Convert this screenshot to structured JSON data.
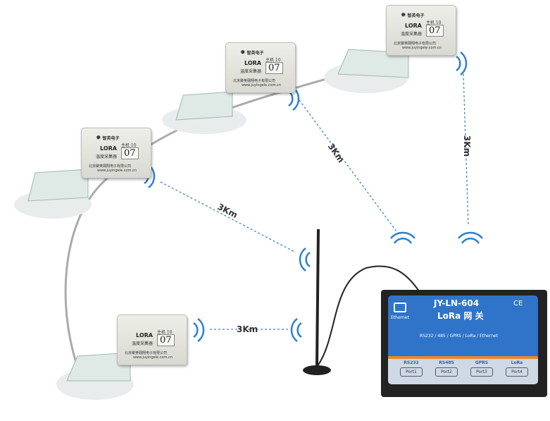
{
  "sensors": [
    {
      "logo": "智英电子",
      "type": "LORA",
      "desc": "温度采集器",
      "host": "主机 10",
      "num": "07",
      "company": "北京聚英翱翔电子有限公司",
      "website": "www.juyingele.com.cn"
    },
    {
      "logo": "智英电子",
      "type": "LORA",
      "desc": "温度采集器",
      "host": "主机 10",
      "num": "07",
      "company": "北京聚英翱翔电子有限公司",
      "website": "www.juyingele.com.cn"
    },
    {
      "logo": "智英电子",
      "type": "LORA",
      "desc": "温度采集器",
      "host": "主机 10",
      "num": "07",
      "company": "北京聚英翱翔电子有限公司",
      "website": "www.juyingele.com.cn"
    },
    {
      "logo": "",
      "type": "LORA",
      "desc": "温度采集器",
      "host": "主机 10",
      "num": "07",
      "company": "北京聚英翱翔电子有限公司",
      "website": "www.juyingele.com.cn"
    }
  ],
  "gateway": {
    "model": "JY-LN-604",
    "name": "LoRa 网 关",
    "ce": "CE",
    "ethernet": "Ethernet",
    "protocols": "RS232 / 485 / GPRS / LoRa / Ethernet",
    "ports": [
      {
        "label": "RS232",
        "port": "Port1"
      },
      {
        "label": "RS485",
        "port": "Port2"
      },
      {
        "label": "GPRS",
        "port": "Port3"
      },
      {
        "label": "LoRa",
        "port": "Port4"
      }
    ]
  },
  "distances": [
    "3Km",
    "3Km",
    "3Km",
    "3Km"
  ],
  "colors": {
    "link": "#3a86c8",
    "panel": "#2f74c9",
    "signal": "#2a7fd0"
  }
}
